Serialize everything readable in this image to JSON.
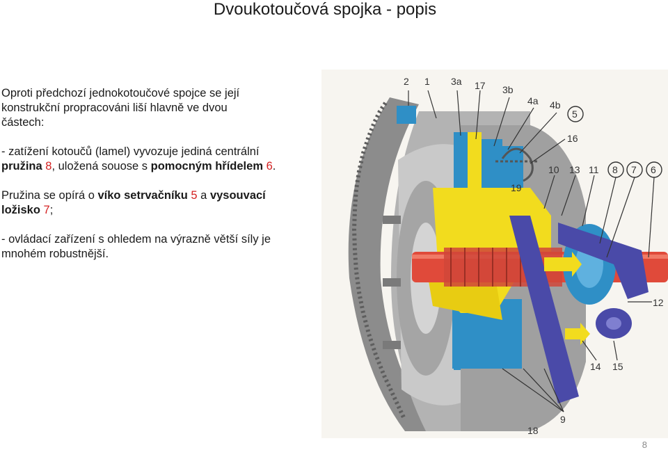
{
  "title": "Dvoukotoučová spojka - popis",
  "paragraph1": {
    "line1": "Oproti předchozí jednokotoučové spojce se její",
    "line2": "konstrukční propracováni liší hlavně ve dvou",
    "line3": "částech:"
  },
  "paragraph2": {
    "line1": "- zatížení kotoučů (lamel) vyvozuje jediná centrální",
    "line2_bold1": "pružina",
    "line2_red1": " 8",
    "line2_text1": ", uložená souose s ",
    "line2_bold2": "pomocným hřídelem",
    "line2_red2": " 6",
    "line2_end": "."
  },
  "paragraph3": {
    "line1_text": "Pružina se opírá o ",
    "line1_bold1": "víko setrvačníku",
    "line1_red1": " 5",
    "line1_text2": " a ",
    "line1_bold2": "vysouvací",
    "line2_bold": "ložisko",
    "line2_red": " 7",
    "line2_end": ";"
  },
  "paragraph4": {
    "line1": "- ovládací zařízení s ohledem na výrazně větší síly je",
    "line2": "mnohém robustnější."
  },
  "diagram_labels": {
    "l2": "2",
    "l1": "1",
    "l3a": "3a",
    "l17": "17",
    "l3b": "3b",
    "l4a": "4a",
    "l4b": "4b",
    "l5": "5",
    "l16": "16",
    "l10": "10",
    "l13": "13",
    "l11": "11",
    "l8": "8",
    "l7": "7",
    "l6": "6",
    "l19": "19",
    "l12": "12",
    "l14": "14",
    "l15": "15",
    "l9": "9",
    "l18": "18"
  },
  "page_number": "8",
  "colors": {
    "accent_red": "#d42020",
    "part_yellow": "#f2dc1e",
    "part_blue": "#2f8fc6",
    "part_purple": "#4a4aa8",
    "shaft_red": "#e04a3a",
    "housing_gray": "#9a9a9a"
  }
}
